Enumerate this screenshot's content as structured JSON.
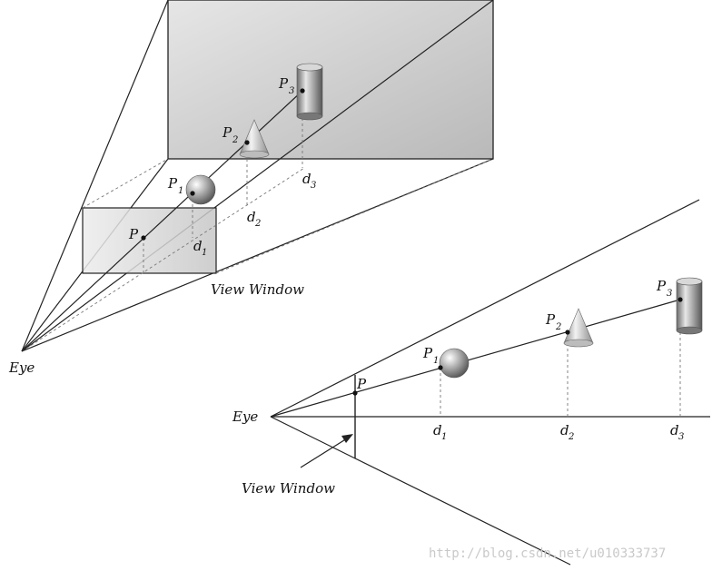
{
  "top_view": {
    "eye": "Eye",
    "view_window": "View Window",
    "points": {
      "p": "P",
      "p1": "P",
      "p1_sub": "1",
      "p2": "P",
      "p2_sub": "2",
      "p3": "P",
      "p3_sub": "3"
    },
    "depths": {
      "d1": "d",
      "d1_sub": "1",
      "d2": "d",
      "d2_sub": "2",
      "d3": "d",
      "d3_sub": "3"
    }
  },
  "side_view": {
    "eye": "Eye",
    "view_window": "View Window",
    "points": {
      "p": "P",
      "p1": "P",
      "p1_sub": "1",
      "p2": "P",
      "p2_sub": "2",
      "p3": "P",
      "p3_sub": "3"
    },
    "depths": {
      "d1": "d",
      "d1_sub": "1",
      "d2": "d",
      "d2_sub": "2",
      "d3": "d",
      "d3_sub": "3"
    }
  },
  "watermark": "http://blog.csdn.net/u010333737"
}
